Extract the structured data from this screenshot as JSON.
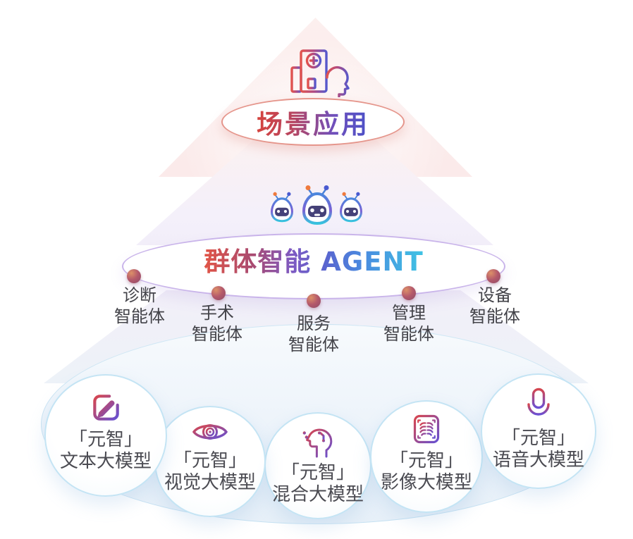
{
  "scene": {
    "label": "场景应用",
    "icon": "hospital-patient-icon"
  },
  "agent_layer": {
    "label": "群体智能 AGENT",
    "icon": "robot-swarm-icon",
    "agents": [
      {
        "name": "诊断",
        "suffix": "智能体"
      },
      {
        "name": "手术",
        "suffix": "智能体"
      },
      {
        "name": "服务",
        "suffix": "智能体"
      },
      {
        "name": "管理",
        "suffix": "智能体"
      },
      {
        "name": "设备",
        "suffix": "智能体"
      }
    ]
  },
  "model_layer": {
    "models": [
      {
        "icon": "edit-pen-icon",
        "brand": "「元智」",
        "name": "文本大模型"
      },
      {
        "icon": "eye-icon",
        "brand": "「元智」",
        "name": "视觉大模型"
      },
      {
        "icon": "head-circuit-icon",
        "brand": "「元智」",
        "name": "混合大模型"
      },
      {
        "icon": "xray-film-icon",
        "brand": "「元智」",
        "name": "影像大模型"
      },
      {
        "icon": "microphone-icon",
        "brand": "「元智」",
        "name": "语音大模型"
      }
    ]
  },
  "colors": {
    "icon_gradient_red": "#d8464e",
    "icon_gradient_purple": "#6550d2",
    "scene_title_start": "#d6443e",
    "scene_title_end": "#4a50c8",
    "agent_title_start": "#e25546",
    "agent_title_end": "#3fc3e4",
    "top_ellipse_border": "#e5958b",
    "agent_ellipse_border": "#c9b4ea",
    "model_circle_border": "#c4e4f4",
    "node_dot": "#a1506b",
    "robot_blue": "#4b87dd",
    "robot_purple": "#7a60d4",
    "robot_cyan": "#36c3de",
    "robot_face": "#454178",
    "antenna_tip_orange": "#ef7a3d",
    "antenna_tip_blue": "#4a5ad0",
    "label_text": "#434349",
    "beam_pink": "#fbeaea",
    "beam_lavender": "#f2eef9",
    "beam_blue": "#edf2f8"
  }
}
